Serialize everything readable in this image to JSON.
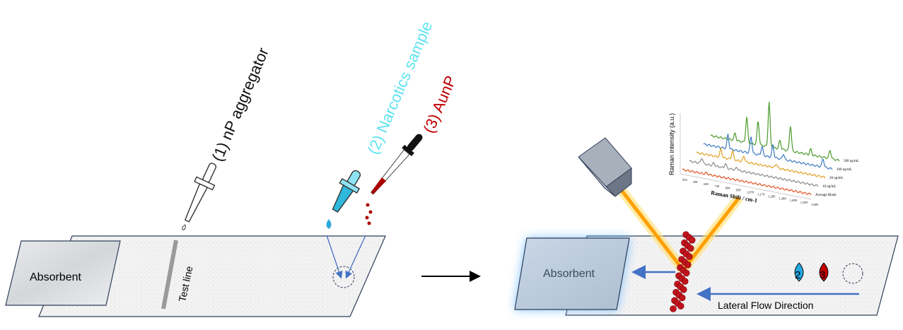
{
  "left_panel": {
    "absorbent_label": "Absorbent",
    "test_line_label": "Test line",
    "reagents": [
      {
        "label": "(1) nP aggregator",
        "color": "#111111"
      },
      {
        "label": "(2) Narcotics sample",
        "color": "#5fe3f2"
      },
      {
        "label": "(3) AunP",
        "color": "#c00000"
      }
    ]
  },
  "right_panel": {
    "absorbent_label": "Absorbent",
    "flow_label": "Lateral Flow Direction",
    "drop_badges": [
      "2",
      "3"
    ],
    "arrow_color": "#4472c4",
    "beam_color": "#ffb020"
  },
  "chart_data": {
    "type": "line",
    "title": "",
    "xlabel": "Raman Shift / cm-1",
    "ylabel": "Raman intensity (a.u.)",
    "x_ticks": [
      "353",
      "481",
      "605",
      "726",
      "844",
      "958",
      "1,070",
      "1,179",
      "1,285",
      "1,389",
      "1,490",
      "1,589",
      "1,685"
    ],
    "series": [
      {
        "name": "500 ng/mL",
        "color": "#4a9a2a",
        "peaks": [
          [
            605,
            0.25
          ],
          [
            726,
            0.9
          ],
          [
            844,
            0.85
          ],
          [
            958,
            1.6
          ],
          [
            1070,
            0.3
          ],
          [
            1179,
            0.9
          ],
          [
            1389,
            0.2
          ],
          [
            1589,
            0.3
          ]
        ]
      },
      {
        "name": "100 ng/mL",
        "color": "#3a78c0",
        "peaks": [
          [
            605,
            0.5
          ],
          [
            844,
            0.6
          ],
          [
            958,
            0.3
          ],
          [
            1070,
            0.45
          ],
          [
            1179,
            0.2
          ],
          [
            1589,
            0.3
          ]
        ]
      },
      {
        "name": "20 ng/mL",
        "color": "#e0a020",
        "peaks": [
          [
            605,
            0.3
          ],
          [
            726,
            0.3
          ],
          [
            844,
            0.2
          ],
          [
            1179,
            0.15
          ]
        ]
      },
      {
        "name": "10 ng/mL",
        "color": "#888888",
        "peaks": [
          [
            481,
            0.2
          ],
          [
            605,
            0.1
          ],
          [
            726,
            0.15
          ],
          [
            844,
            0.1
          ]
        ]
      },
      {
        "name": "Average Blank",
        "color": "#e05020",
        "peaks": [
          [
            605,
            0.05
          ]
        ]
      }
    ]
  }
}
